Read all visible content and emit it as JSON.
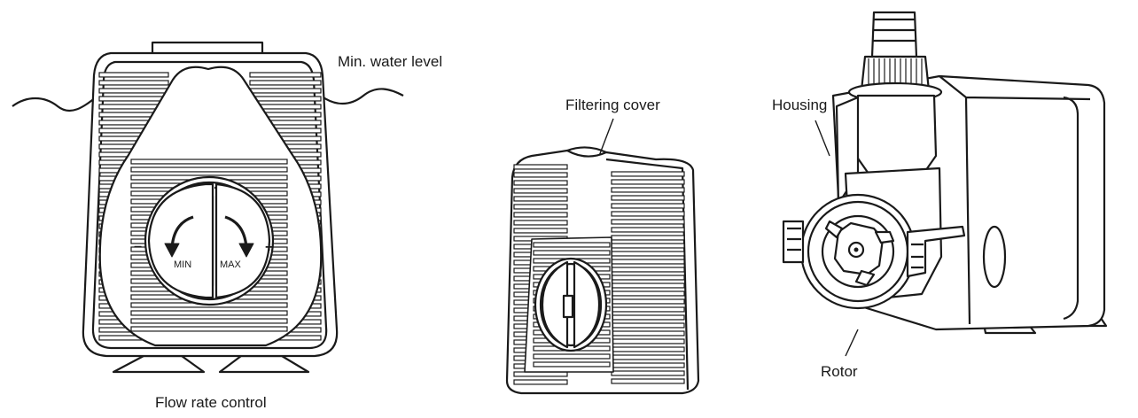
{
  "labels": {
    "min_water_level": "Min. water level",
    "flow_rate_control": "Flow rate control",
    "filtering_cover": "Filtering cover",
    "housing": "Housing",
    "rotor": "Rotor"
  },
  "knob": {
    "min": "MIN",
    "max": "MAX",
    "minus": "−",
    "plus": "+"
  }
}
